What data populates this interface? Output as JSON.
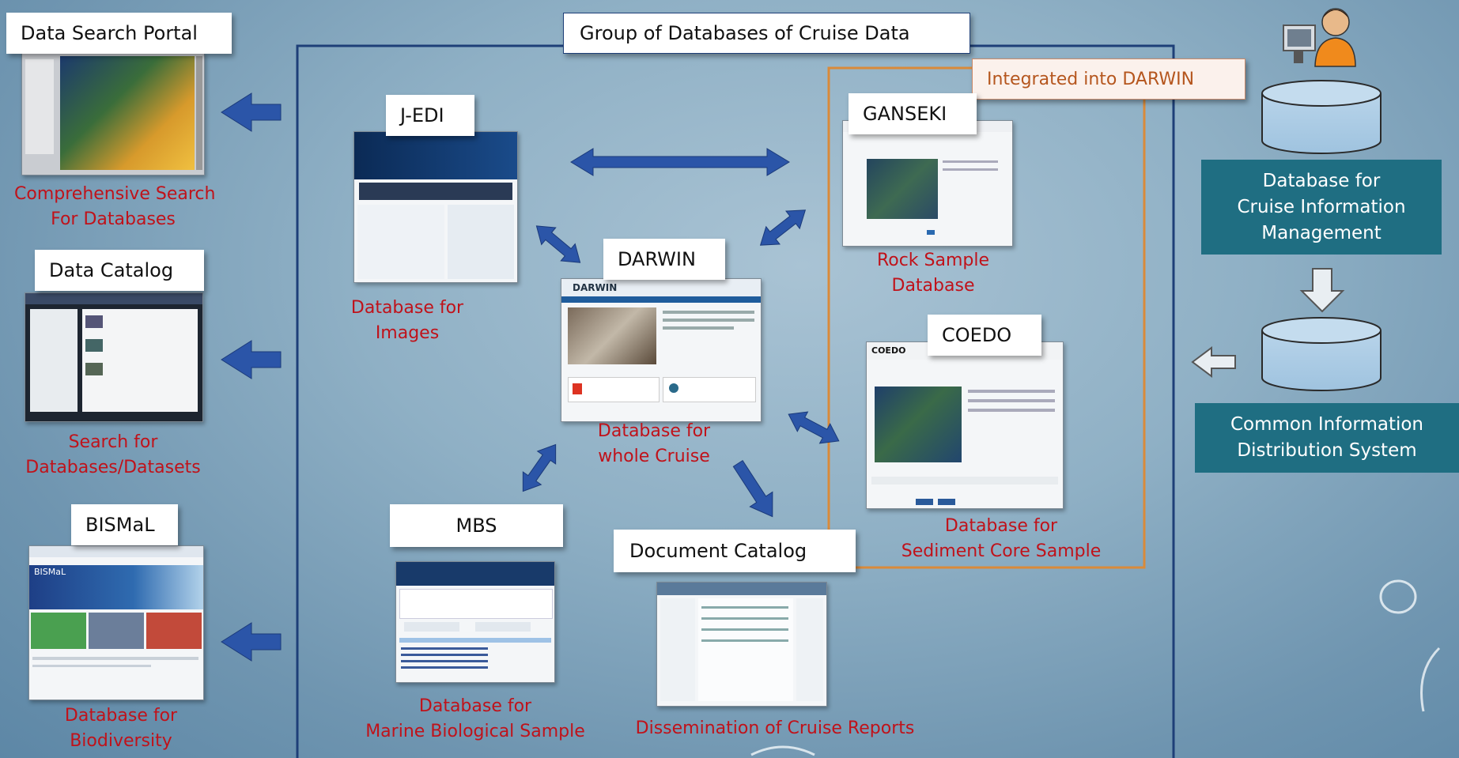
{
  "group": {
    "title": "Group of Databases of Cruise Data"
  },
  "integrated": {
    "title": "Integrated into DARWIN"
  },
  "left": {
    "portal": {
      "label": "Data Search Portal",
      "caption": [
        "Comprehensive Search",
        "For Databases"
      ]
    },
    "catalog": {
      "label": "Data Catalog",
      "caption": [
        "Search for",
        "Databases/Datasets"
      ]
    },
    "bismal": {
      "label": "BISMaL",
      "caption": [
        "Database for",
        "Biodiversity"
      ],
      "thumb_title": "BISMaL"
    }
  },
  "dbs": {
    "jedi": {
      "label": "J-EDI",
      "caption": [
        "Database for",
        "Images"
      ]
    },
    "darwin": {
      "label": "DARWIN",
      "caption": [
        "Database for",
        "whole Cruise"
      ],
      "thumb_title": "DARWIN"
    },
    "mbs": {
      "label": "MBS",
      "caption": [
        "Database for",
        "Marine Biological Sample"
      ]
    },
    "doccat": {
      "label": "Document Catalog",
      "caption": [
        "Dissemination of Cruise Reports"
      ]
    },
    "ganseki": {
      "label": "GANSEKI",
      "caption": [
        "Rock Sample",
        "Database"
      ]
    },
    "coedo": {
      "label": "COEDO",
      "caption": [
        "Database for",
        "Sediment Core Sample"
      ],
      "thumb_title": "COEDO"
    }
  },
  "right": {
    "cruise_mgmt": {
      "lines": [
        "Database for",
        "Cruise Information",
        "Management"
      ]
    },
    "distribution": {
      "lines": [
        "Common Information",
        "Distribution System"
      ]
    }
  },
  "colors": {
    "arrow_blue": "#2b55a8",
    "frame_navy": "#1e3f78",
    "frame_orange": "#d98a3a",
    "caption_red": "#c0121a",
    "teal": "#1f6e82"
  }
}
